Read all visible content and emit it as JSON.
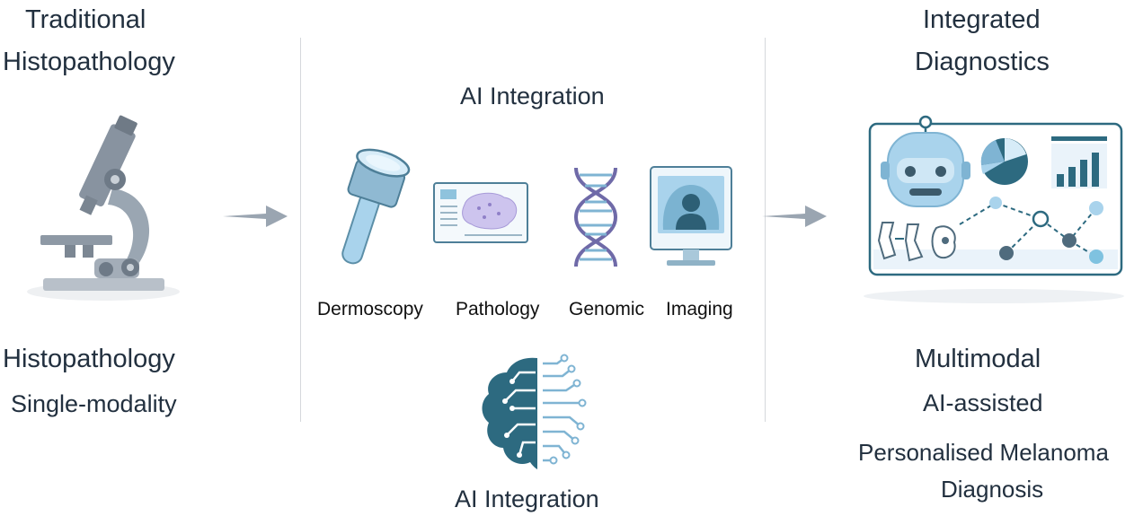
{
  "left": {
    "heading_line1": "Traditional",
    "heading_line2": "Histopathology",
    "subtitle": "Histopathology",
    "caption": "Single-modality"
  },
  "middle": {
    "heading": "AI Integration",
    "modalities": [
      {
        "label": "Dermoscopy",
        "icon": "dermatoscope-icon"
      },
      {
        "label": "Pathology",
        "icon": "pathology-slide-icon"
      },
      {
        "label": "Genomic",
        "icon": "dna-icon"
      },
      {
        "label": "Imaging",
        "icon": "imaging-monitor-icon"
      }
    ],
    "footer": "AI Integration"
  },
  "right": {
    "heading_line1": "Integrated",
    "heading_line2": "Diagnostics",
    "subtitle": "Multimodal",
    "caption": "AI-assisted",
    "outcome_line1": "Personalised Melanoma",
    "outcome_line2": "Diagnosis"
  },
  "colors": {
    "dark_teal": "#2d6a80",
    "light_blue": "#a9d3ec",
    "arrow_gray": "#9aa5b1",
    "divider": "#d5d8dc",
    "dna_purple": "#6f6aa8"
  }
}
